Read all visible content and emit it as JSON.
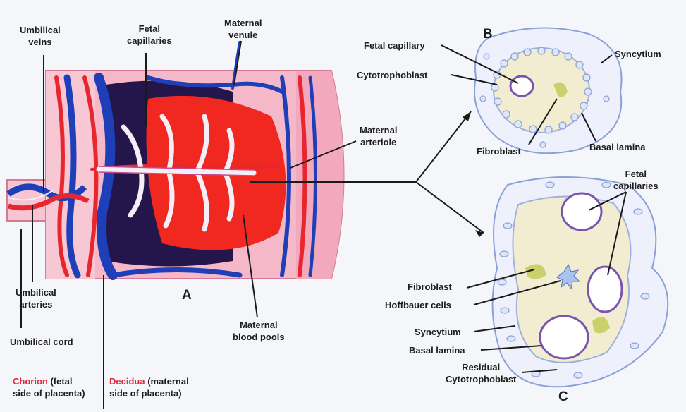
{
  "panels": {
    "a": "A",
    "b": "B",
    "c": "C"
  },
  "labels": {
    "umbilical_veins_1": "Umbilical",
    "umbilical_veins_2": "veins",
    "fetal_capillaries_1": "Fetal",
    "fetal_capillaries_2": "capillaries",
    "maternal_venule_1": "Maternal",
    "maternal_venule_2": "venule",
    "maternal_arteriole_1": "Maternal",
    "maternal_arteriole_2": "arteriole",
    "umbilical_arteries_1": "Umbilical",
    "umbilical_arteries_2": "arteries",
    "umbilical_cord": "Umbilical cord",
    "maternal_blood_pools_1": "Maternal",
    "maternal_blood_pools_2": "blood pools",
    "chorion_word": "Chorion",
    "chorion_rest_1": " (fetal",
    "chorion_rest_2": "side of placenta)",
    "decidua_word": "Decidua",
    "decidua_rest_1": " (maternal",
    "decidua_rest_2": "side of placenta)",
    "b_fetal_capillary": "Fetal capillary",
    "b_cytotrophoblast": "Cytotrophoblast",
    "b_syncytium": "Syncytium",
    "b_fibroblast": "Fibroblast",
    "b_basal_lamina": "Basal lamina",
    "c_fetal_capillaries_1": "Fetal",
    "c_fetal_capillaries_2": "capillaries",
    "c_fibroblast": "Fibroblast",
    "c_hoffbauer": "Hoffbauer cells",
    "c_syncytium": "Syncytium",
    "c_basal_lamina": "Basal lamina",
    "c_residual_1": "Residual",
    "c_residual_2": "Cytotrophoblast"
  },
  "colors": {
    "artery_red": "#e8262e",
    "vein_blue": "#1f3fb8",
    "placenta_pink": "#f4b6c6",
    "cell_membrane": "#8aa0d8",
    "stroma": "#f2ecd0"
  }
}
